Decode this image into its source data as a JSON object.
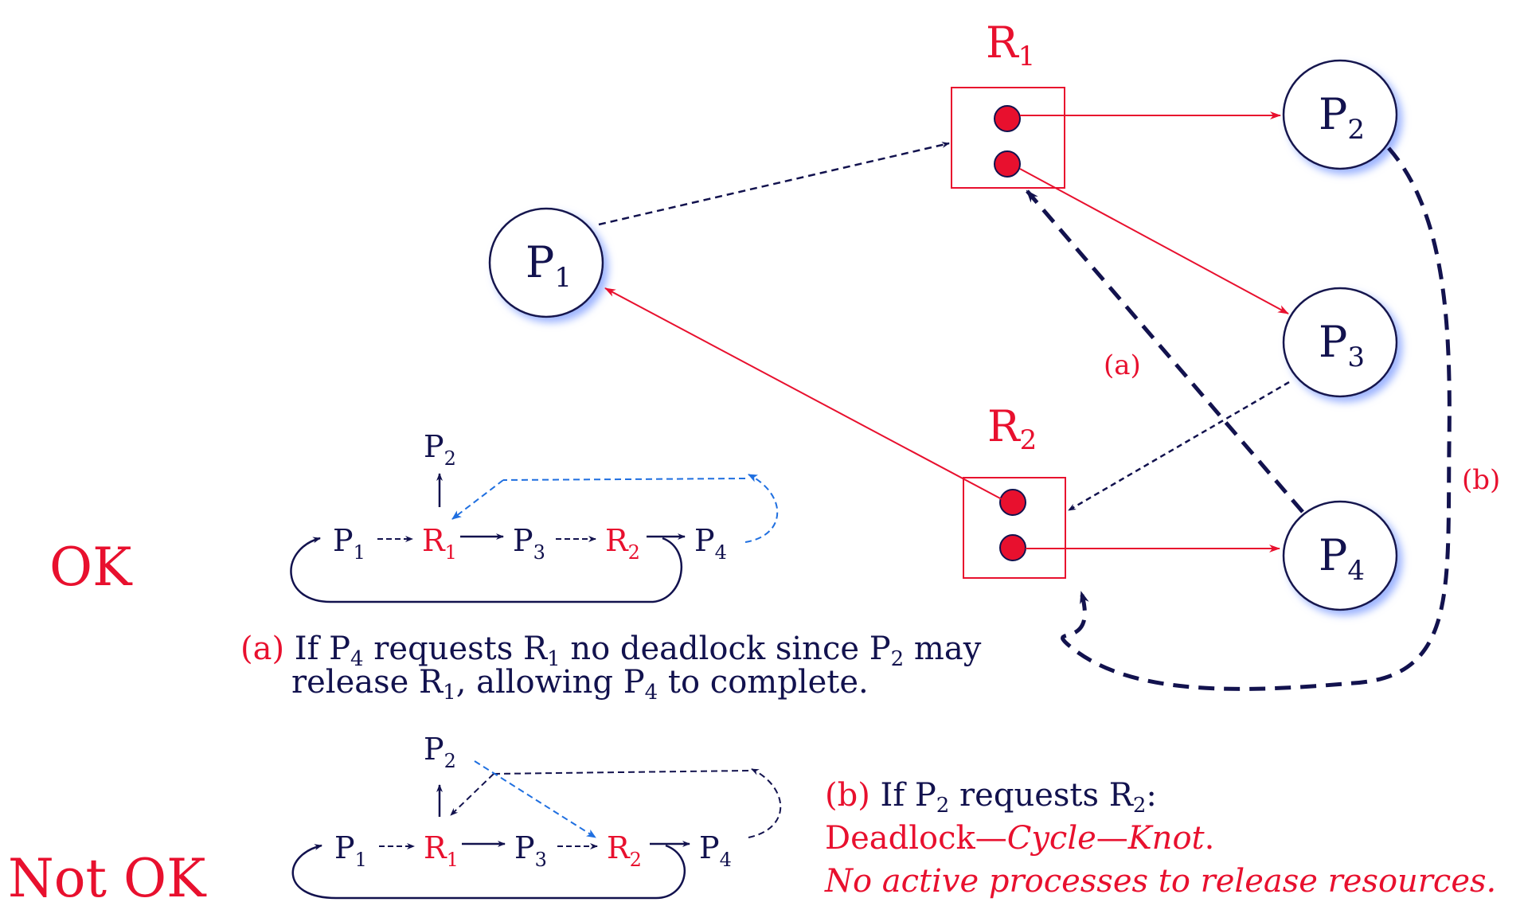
{
  "colors": {
    "navy": "#12124e",
    "red": "#e8102e",
    "blue": "#1f6fe0",
    "node_glow": "#9db4ff"
  },
  "main_graph": {
    "processes": [
      {
        "id": "P1",
        "label": "P",
        "sub": "1"
      },
      {
        "id": "P2",
        "label": "P",
        "sub": "2"
      },
      {
        "id": "P3",
        "label": "P",
        "sub": "3"
      },
      {
        "id": "P4",
        "label": "P",
        "sub": "4"
      }
    ],
    "resources": [
      {
        "id": "R1",
        "label": "R",
        "sub": "1",
        "instances": 2
      },
      {
        "id": "R2",
        "label": "R",
        "sub": "2",
        "instances": 2
      }
    ],
    "edge_labels": {
      "a": "(a)",
      "b": "(b)"
    }
  },
  "ok": {
    "label": "OK",
    "caption_tag": "(a)",
    "caption_line1": "If P",
    "caption_sub1": "4",
    "caption_mid1": " requests R",
    "caption_sub2": "1",
    "caption_mid2": " no deadlock since P",
    "caption_sub3": "2",
    "caption_end1": " may",
    "caption_line2a": "release R",
    "caption_sub4": "1",
    "caption_line2b": ", allowing P",
    "caption_sub5": "4",
    "caption_line2c": " to complete."
  },
  "not_ok": {
    "label": "Not OK",
    "caption_tag": "(b)",
    "caption_a": " If P",
    "caption_sub1": "2",
    "caption_b": " requests R",
    "caption_sub2": "2",
    "caption_c": ":",
    "line2_a": "Deadlock—",
    "line2_b": "Cycle",
    "line2_c": "—",
    "line2_d": "Knot",
    "line2_e": ".",
    "line3": "No active processes to release resources."
  },
  "chain": {
    "P": "P",
    "R": "R",
    "s1": "1",
    "s2": "2",
    "s3": "3",
    "s4": "4"
  }
}
